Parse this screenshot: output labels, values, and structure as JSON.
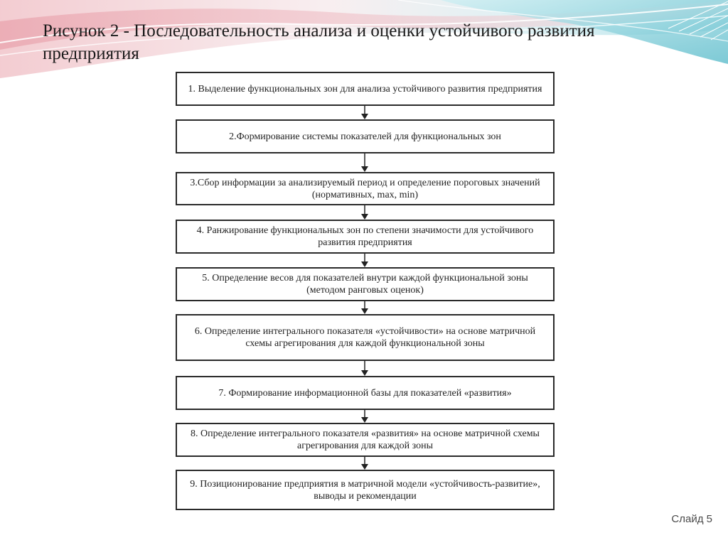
{
  "slide": {
    "title": "Рисунок 2 - Последовательность анализа и оценки устойчивого развития предприятия",
    "number": "Слайд 5"
  },
  "diagram": {
    "steps": [
      "1. Выделение функциональных зон для анализа устойчивого развития предприятия",
      "2.Формирование системы показателей для функциональных зон",
      "3.Сбор информации за анализируемый период и определение пороговых значений (нормативных, max, min)",
      "4. Ранжирование функциональных зон по степени значимости для устойчивого развития предприятия",
      "5. Определение весов для показателей внутри каждой функциональной  зоны (методом ранговых оценок)",
      "6. Определение интегрального показателя «устойчивости» на основе матричной схемы агрегирования для каждой функциональной зоны",
      "7. Формирование информационной базы для показателей «развития»",
      "8. Определение интегрального показателя «развития» на основе матричной схемы агрегирования для каждой зоны",
      "9. Позиционирование предприятия в матричной модели «устойчивость-развитие», выводы и рекомендации"
    ]
  }
}
